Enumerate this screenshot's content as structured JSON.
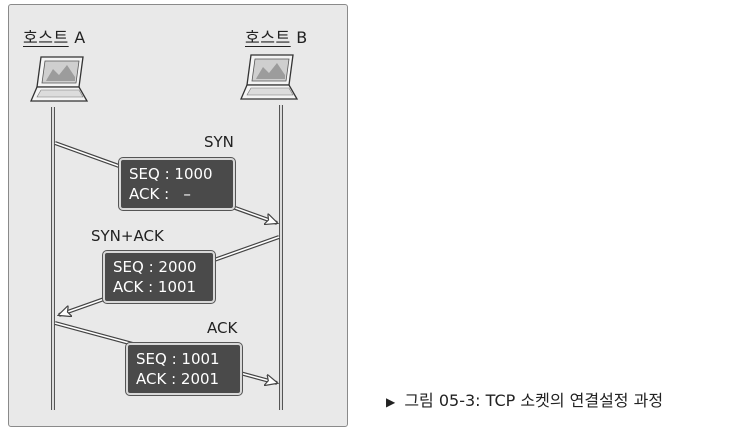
{
  "hosts": {
    "a": {
      "name": "호스트",
      "id": "A"
    },
    "b": {
      "name": "호스트",
      "id": "B"
    }
  },
  "messages": [
    {
      "label": "SYN",
      "seq_line": "SEQ : 1000",
      "ack_line": "ACK :   –",
      "direction": "A→B"
    },
    {
      "label": "SYN+ACK",
      "seq_line": "SEQ : 2000",
      "ack_line": "ACK : 1001",
      "direction": "B→A"
    },
    {
      "label": "ACK",
      "seq_line": "SEQ : 1001",
      "ack_line": "ACK : 2001",
      "direction": "A→B"
    }
  ],
  "caption": {
    "marker": "▶",
    "text": "그림 05-3: TCP 소켓의 연결설정 과정"
  },
  "colors": {
    "frame_bg": "#e9e9e9",
    "box_bg": "#4a4a4a",
    "box_text": "#ffffff",
    "line": "#444444"
  },
  "icons": [
    "laptop-icon",
    "laptop-icon"
  ]
}
